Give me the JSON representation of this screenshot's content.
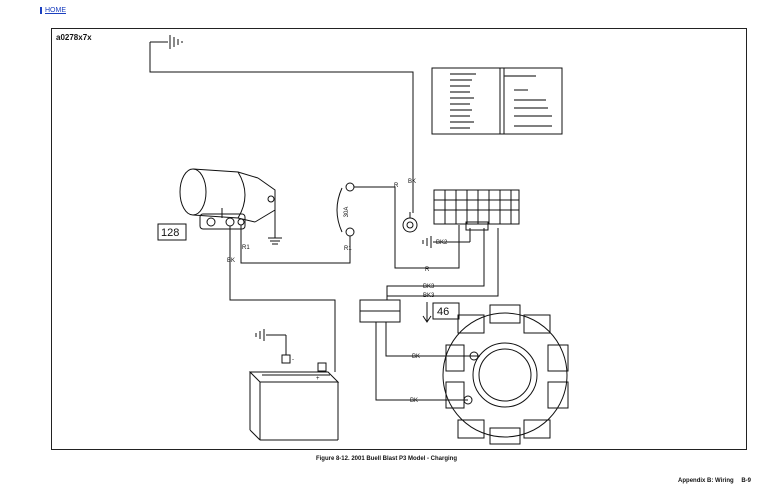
{
  "nav": {
    "home_link": "HOME"
  },
  "figure": {
    "id": "a0278x7x",
    "caption": "Figure 8-12. 2001 Buell Blast P3 Model - Charging"
  },
  "footer": {
    "section": "Appendix B: Wiring",
    "page": "B-9"
  },
  "diagram": {
    "components": {
      "starter_ref": "128",
      "connector_ref": "46",
      "fuse_label": "30A"
    },
    "wire_labels": {
      "bk_top": "BK",
      "r_top": "R",
      "r1_starter": "R1",
      "bk_starter": "BK",
      "r1_fuse": "R1",
      "bk2": "BK2",
      "r_mid": "R",
      "bk3_a": "BK3",
      "bk3_b": "BK3",
      "bk_stator1": "BK",
      "bk_stator2": "BK",
      "battery_neg": "-",
      "battery_pos": "+"
    }
  }
}
